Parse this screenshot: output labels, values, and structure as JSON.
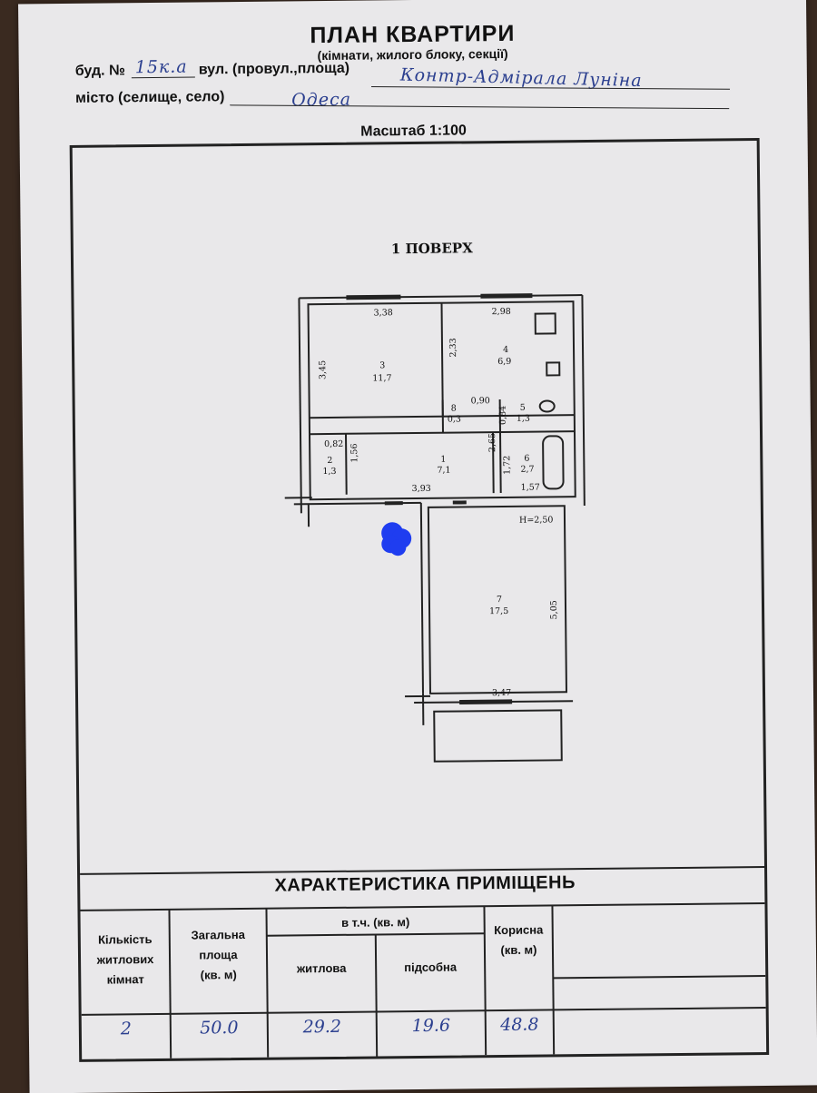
{
  "header": {
    "title": "ПЛАН КВАРТИРИ",
    "subtitle": "(кімнати, жилого блоку, секції)",
    "building_label": "буд. №",
    "building_value": "15к.а",
    "street_label": "вул. (провул.,площа)",
    "street_value": "Контр-Адмірала Луніна",
    "city_label": "місто (селище, село)",
    "city_value": "Одеса",
    "scale": "Масштаб 1:100"
  },
  "plan": {
    "floor_title": "1 ПОВЕРХ",
    "ceiling_height": "H=2,50",
    "rooms": [
      {
        "num": "1",
        "area": "7,1"
      },
      {
        "num": "2",
        "area": "1,3"
      },
      {
        "num": "3",
        "area": "11,7"
      },
      {
        "num": "4",
        "area": "6,9"
      },
      {
        "num": "5",
        "area": "1,3"
      },
      {
        "num": "6",
        "area": "2,7"
      },
      {
        "num": "7",
        "area": "17,5"
      },
      {
        "num": "8",
        "area": "0,3"
      }
    ],
    "dimensions": [
      "3,38",
      "2,98",
      "3,45",
      "2,33",
      "0,90",
      "0,84",
      "0,82",
      "1,56",
      "2,65",
      "1,72",
      "1,57",
      "3,93",
      "5,05",
      "3,47"
    ]
  },
  "characteristics": {
    "title": "ХАРАКТЕРИСТИКА ПРИМІЩЕНЬ",
    "col_rooms": [
      "Кількість",
      "житлових",
      "кімнат"
    ],
    "col_total": [
      "Загальна",
      "площа",
      "(кв. м)"
    ],
    "col_incl": "в т.ч. (кв. м)",
    "col_living": "житлова",
    "col_aux": "підсобна",
    "col_useful": [
      "Корисна",
      "(кв. м)"
    ],
    "values": {
      "rooms": "2",
      "total": "50.0",
      "living": "29.2",
      "aux": "19.6",
      "useful": "48.8"
    }
  },
  "colors": {
    "ink": "#2b3f8f",
    "paper": "#e9e8ea",
    "blot": "#1f3df0"
  }
}
